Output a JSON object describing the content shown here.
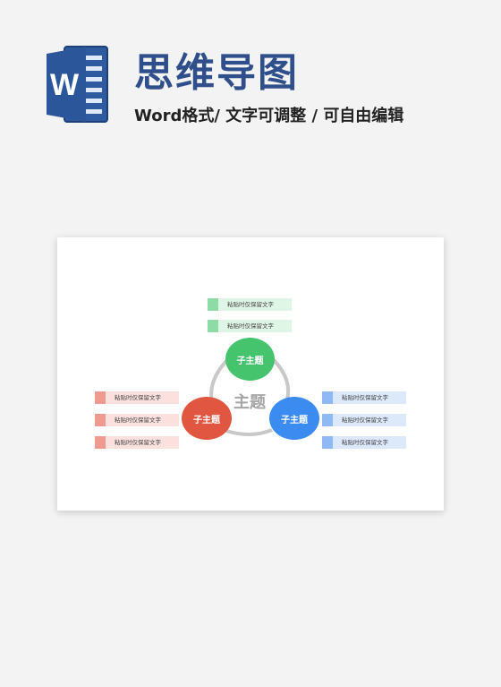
{
  "header": {
    "logo_letter": "W",
    "title": "思维导图",
    "subtitle": "Word格式/ 文字可调整 / 可自由编辑"
  },
  "colors": {
    "brand_blue": "#2e4f8a",
    "green": "#46c36d",
    "red": "#e15640",
    "blue": "#3b8bf0",
    "center_ring": "#c8c8c8"
  },
  "mindmap": {
    "center": "主题",
    "nodes": {
      "top": "子主题",
      "left": "子主题",
      "right": "子主题"
    },
    "tags": {
      "top": [
        "粘贴时仅保留文字",
        "粘贴时仅保留文字"
      ],
      "left": [
        "粘贴时仅保留文字",
        "粘贴时仅保留文字",
        "粘贴时仅保留文字"
      ],
      "right": [
        "粘贴时仅保留文字",
        "粘贴时仅保留文字",
        "粘贴时仅保留文字"
      ]
    }
  }
}
